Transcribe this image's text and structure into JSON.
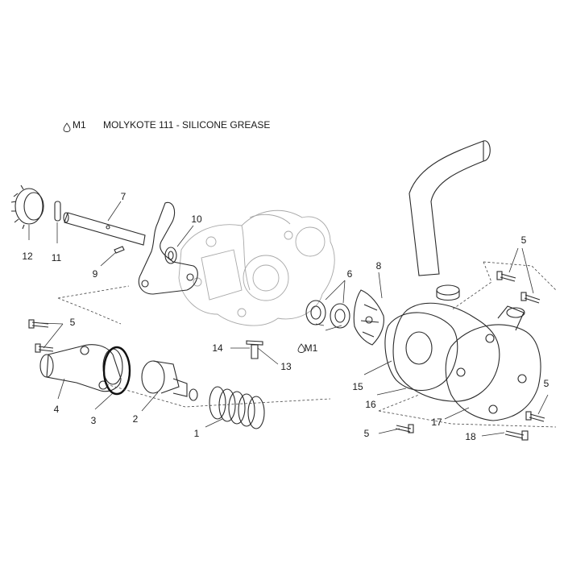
{
  "legend": {
    "code": "M1",
    "text": "MOLYKOTE 111 - SILICONE GREASE",
    "icon": "drop-icon"
  },
  "callouts": {
    "c1": "1",
    "c2": "2",
    "c3": "3",
    "c4": "4",
    "c5a": "5",
    "c5b": "5",
    "c5c": "5",
    "c5d": "5",
    "c6": "6",
    "c7": "7",
    "c8": "8",
    "c9": "9",
    "c10": "10",
    "c11": "11",
    "c12": "12",
    "c13": "13",
    "c14": "14",
    "c15": "15",
    "c16": "16",
    "c17": "17",
    "c18": "18",
    "m1": "M1"
  },
  "colors": {
    "ink": "#2b2b2b",
    "faint": "#a8a8a8",
    "background": "#ffffff"
  }
}
